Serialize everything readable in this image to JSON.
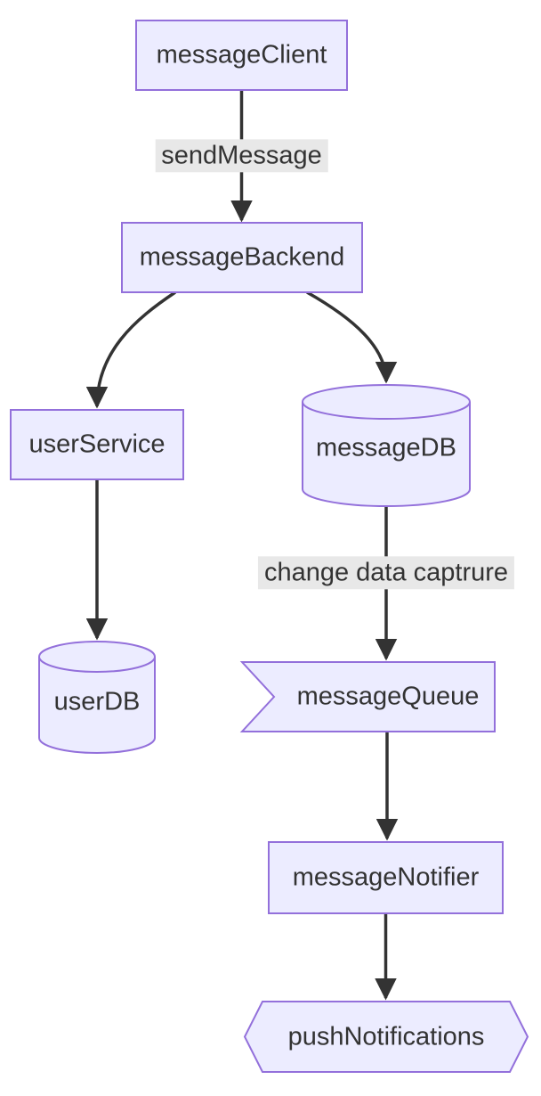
{
  "diagram": {
    "type": "flowchart",
    "direction": "top-down"
  },
  "colors": {
    "node_fill": "#ECECFF",
    "node_border": "#9370DB",
    "edge_color": "#333333",
    "edge_label_background": "#e8e8e8",
    "text_color": "#333333"
  },
  "nodes": {
    "messageClient": {
      "label": "messageClient",
      "shape": "rectangle"
    },
    "messageBackend": {
      "label": "messageBackend",
      "shape": "rectangle"
    },
    "userService": {
      "label": "userService",
      "shape": "rectangle"
    },
    "messageDB": {
      "label": "messageDB",
      "shape": "cylinder"
    },
    "userDB": {
      "label": "userDB",
      "shape": "cylinder"
    },
    "messageQueue": {
      "label": "messageQueue",
      "shape": "asymmetric"
    },
    "messageNotifier": {
      "label": "messageNotifier",
      "shape": "rectangle"
    },
    "pushNotifications": {
      "label": "pushNotifications",
      "shape": "hexagon"
    }
  },
  "edges": [
    {
      "from": "messageClient",
      "to": "messageBackend",
      "label": "sendMessage"
    },
    {
      "from": "messageBackend",
      "to": "userService",
      "label": ""
    },
    {
      "from": "messageBackend",
      "to": "messageDB",
      "label": ""
    },
    {
      "from": "userService",
      "to": "userDB",
      "label": ""
    },
    {
      "from": "messageDB",
      "to": "messageQueue",
      "label": "change data captrure"
    },
    {
      "from": "messageQueue",
      "to": "messageNotifier",
      "label": ""
    },
    {
      "from": "messageNotifier",
      "to": "pushNotifications",
      "label": ""
    }
  ]
}
